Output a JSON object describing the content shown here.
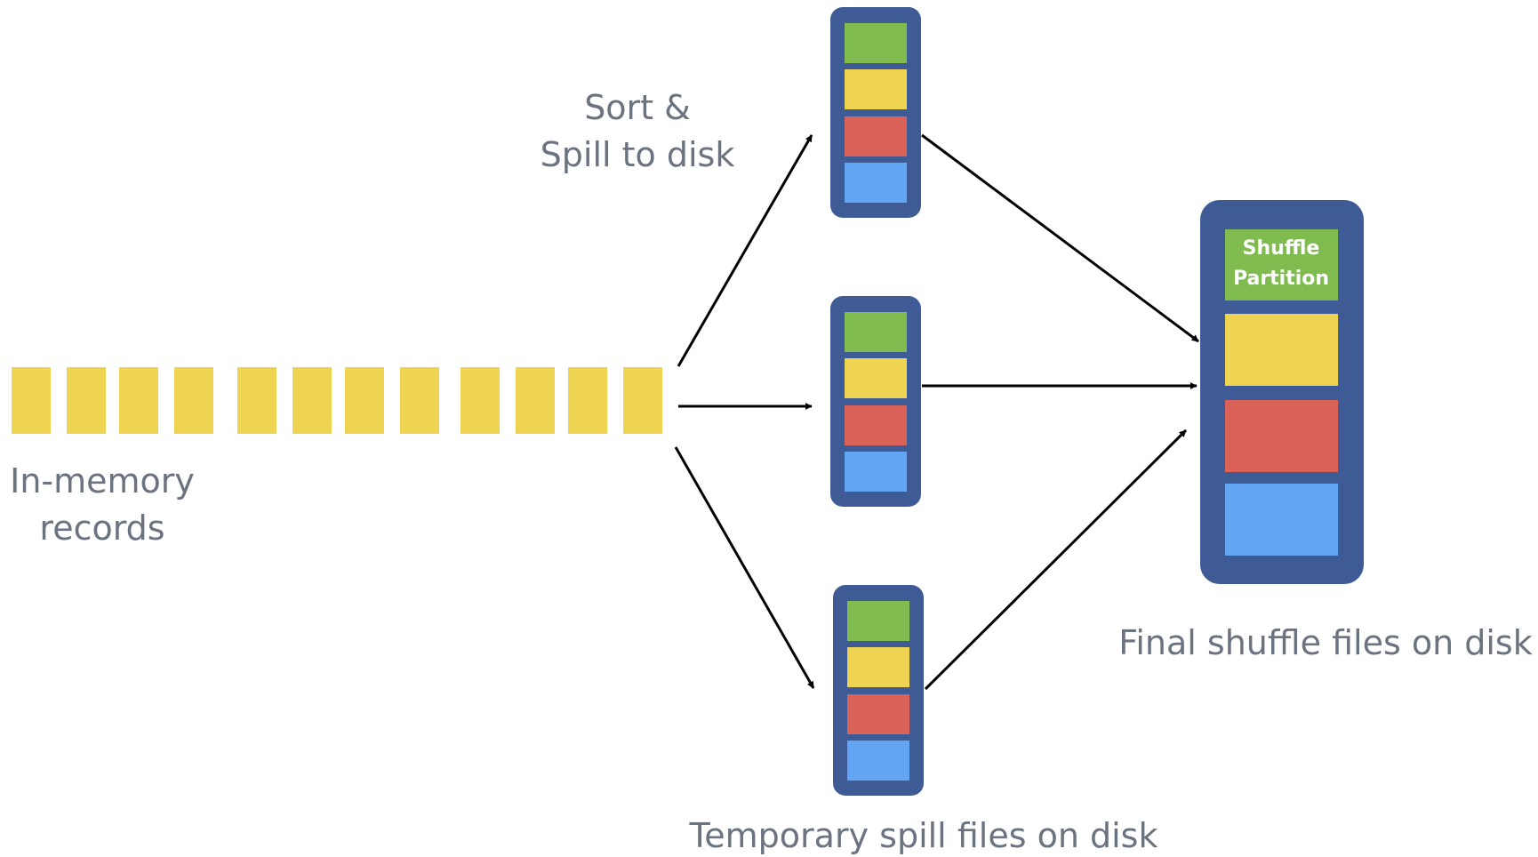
{
  "labels": {
    "sort_spill_line1": "Sort &",
    "sort_spill_line2": "Spill to disk",
    "in_memory_line1": "In-memory",
    "in_memory_line2": "records",
    "temporary_spill": "Temporary spill files on disk",
    "final_shuffle": "Final  shuffle files on disk",
    "shuffle_partition_line1": "Shuffle",
    "shuffle_partition_line2": "Partition"
  },
  "colors": {
    "record": "#efd352",
    "container": "#3e5b95",
    "green": "#7fbb4f",
    "yellow": "#efd352",
    "red": "#da6259",
    "blue": "#62a6f3",
    "arrow": "#000000",
    "text": "#6b7280"
  },
  "record_count": 12,
  "spill_file_count": 3
}
